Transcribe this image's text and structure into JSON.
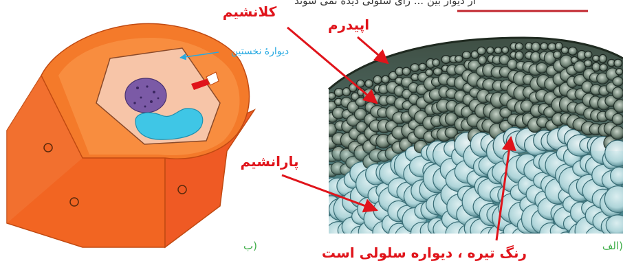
{
  "labels": {
    "top_fragment": "از دیوار بین ... رای سلولی دیده نمی شوند",
    "collenchyma": "کلانشیم",
    "epidermis": "اپیدرم",
    "primary_wall": "دیوارهٔ نخستین",
    "parenchyma": "پارانشیم",
    "caption": "رنگ تیره ، دیواره سلولی است",
    "panel_a": "الف)",
    "panel_b": "ب)"
  },
  "colors": {
    "arrow_red": "#e0141b",
    "cyan_label": "#27a9e1",
    "green_panel": "#3fae49",
    "cell_orange": "#f26522",
    "cytoplasm": "#f7c5a8",
    "nucleus": "#7b5aa6",
    "vacuole": "#3fc6e6"
  }
}
